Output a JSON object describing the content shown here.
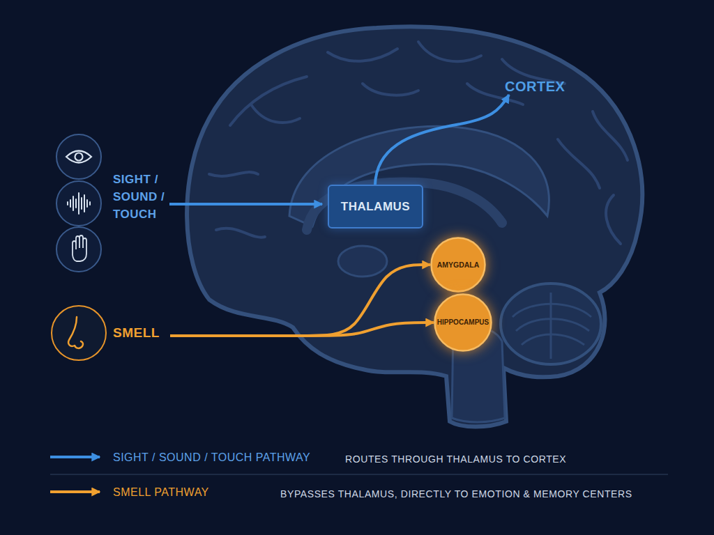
{
  "diagram": {
    "nodes": [
      {
        "text": [
          "THALAMUS"
        ]
      },
      {
        "text": [
          "AMYGDALA"
        ]
      },
      {
        "text": [
          "HIPPOCAMPUS"
        ]
      },
      {
        "text": [
          "SMELL"
        ]
      }
    ],
    "edges": [
      {
        "from": 3,
        "to": 1,
        "arrow": "to"
      },
      {
        "from": 3,
        "to": 2,
        "arrow": "to"
      }
    ],
    "labels": [
      "CORTEX",
      "SIGHT / SOUND / TOUCH",
      "ROUTES THROUGH THALAMUS TO CORTEX",
      "BYPASSES THALAMUS, DIRECTLY TO EMOTION & MEMORY CENTERS"
    ],
    "legend": [
      {
        "text": "SIGHT / SOUND / TOUCH PATHWAY"
      },
      {
        "text": "SMELL PATHWAY"
      }
    ]
  }
}
